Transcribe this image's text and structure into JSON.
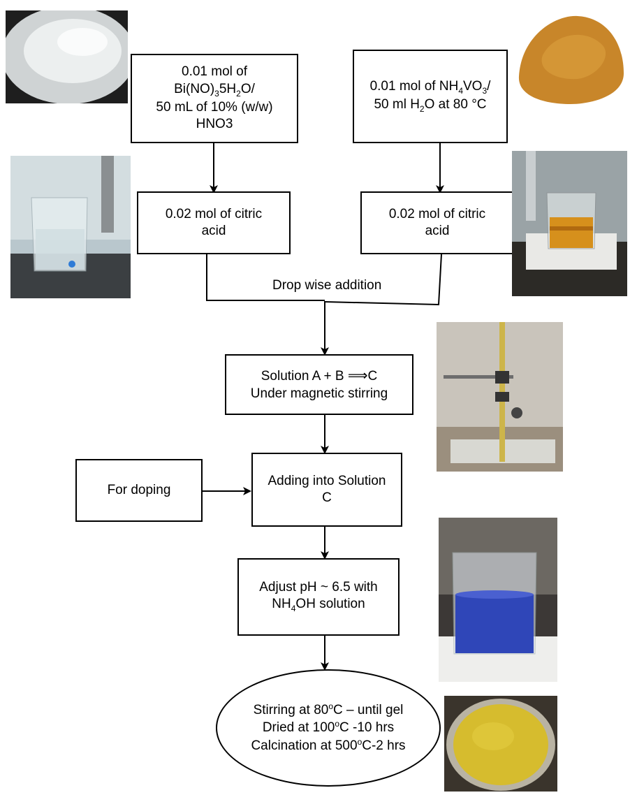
{
  "nodes": {
    "bi_source": {
      "line1": "0.01 mol of",
      "line2_pre": "Bi(NO)",
      "line2_sub1": "3",
      "line2_mid": "5H",
      "line2_sub2": "2",
      "line2_post": "O/",
      "line3": "50 mL of 10% (w/w)",
      "line4": "HNO3"
    },
    "v_source": {
      "line1_pre": "0.01 mol of NH",
      "line1_sub1": "4",
      "line1_mid": "VO",
      "line1_sub2": "3",
      "line1_post": "/",
      "line2_pre": "50 ml H",
      "line2_sub": "2",
      "line2_post": "O at 80 °C"
    },
    "citric_left": {
      "line1": "0.02 mol of citric",
      "line2": "acid"
    },
    "citric_right": {
      "line1": "0.02 mol of citric",
      "line2": "acid"
    },
    "mix_label": "Drop wise addition",
    "solution_c": {
      "line1_pre": "Solution A + B",
      "arrow": "⟹",
      "line1_post": "C",
      "line2": "Under magnetic stirring"
    },
    "doping": "For doping",
    "adding": {
      "line1": "Adding into Solution",
      "line2": "C"
    },
    "adjust_ph": {
      "line1": "Adjust pH ~ 6.5 with",
      "line2_pre": "NH",
      "line2_sub": "4",
      "line2_post": "OH solution"
    },
    "final": {
      "line1_pre": "Stirring at 80",
      "line1_sup": "o",
      "line1_post": "C – until gel",
      "line2_pre": "Dried at 100",
      "line2_sup": "o",
      "line2_post": "C -10 hrs",
      "line3_pre": "Calcination at 500",
      "line3_sup": "o",
      "line3_post": "C-2 hrs"
    }
  },
  "photos": [
    {
      "name": "white-crystals-photo",
      "color": "#d9dcdc"
    },
    {
      "name": "orange-powder-photo",
      "color": "#c8882a"
    },
    {
      "name": "clear-beaker-photo",
      "color": "#6f7f86"
    },
    {
      "name": "orange-solution-beaker-photo",
      "color": "#8a6a3a"
    },
    {
      "name": "stirring-setup-photo",
      "color": "#8d8a84"
    },
    {
      "name": "blue-solution-beaker-photo",
      "color": "#3b4bb0"
    },
    {
      "name": "yellow-powder-dish-photo",
      "color": "#d4b82c"
    }
  ]
}
